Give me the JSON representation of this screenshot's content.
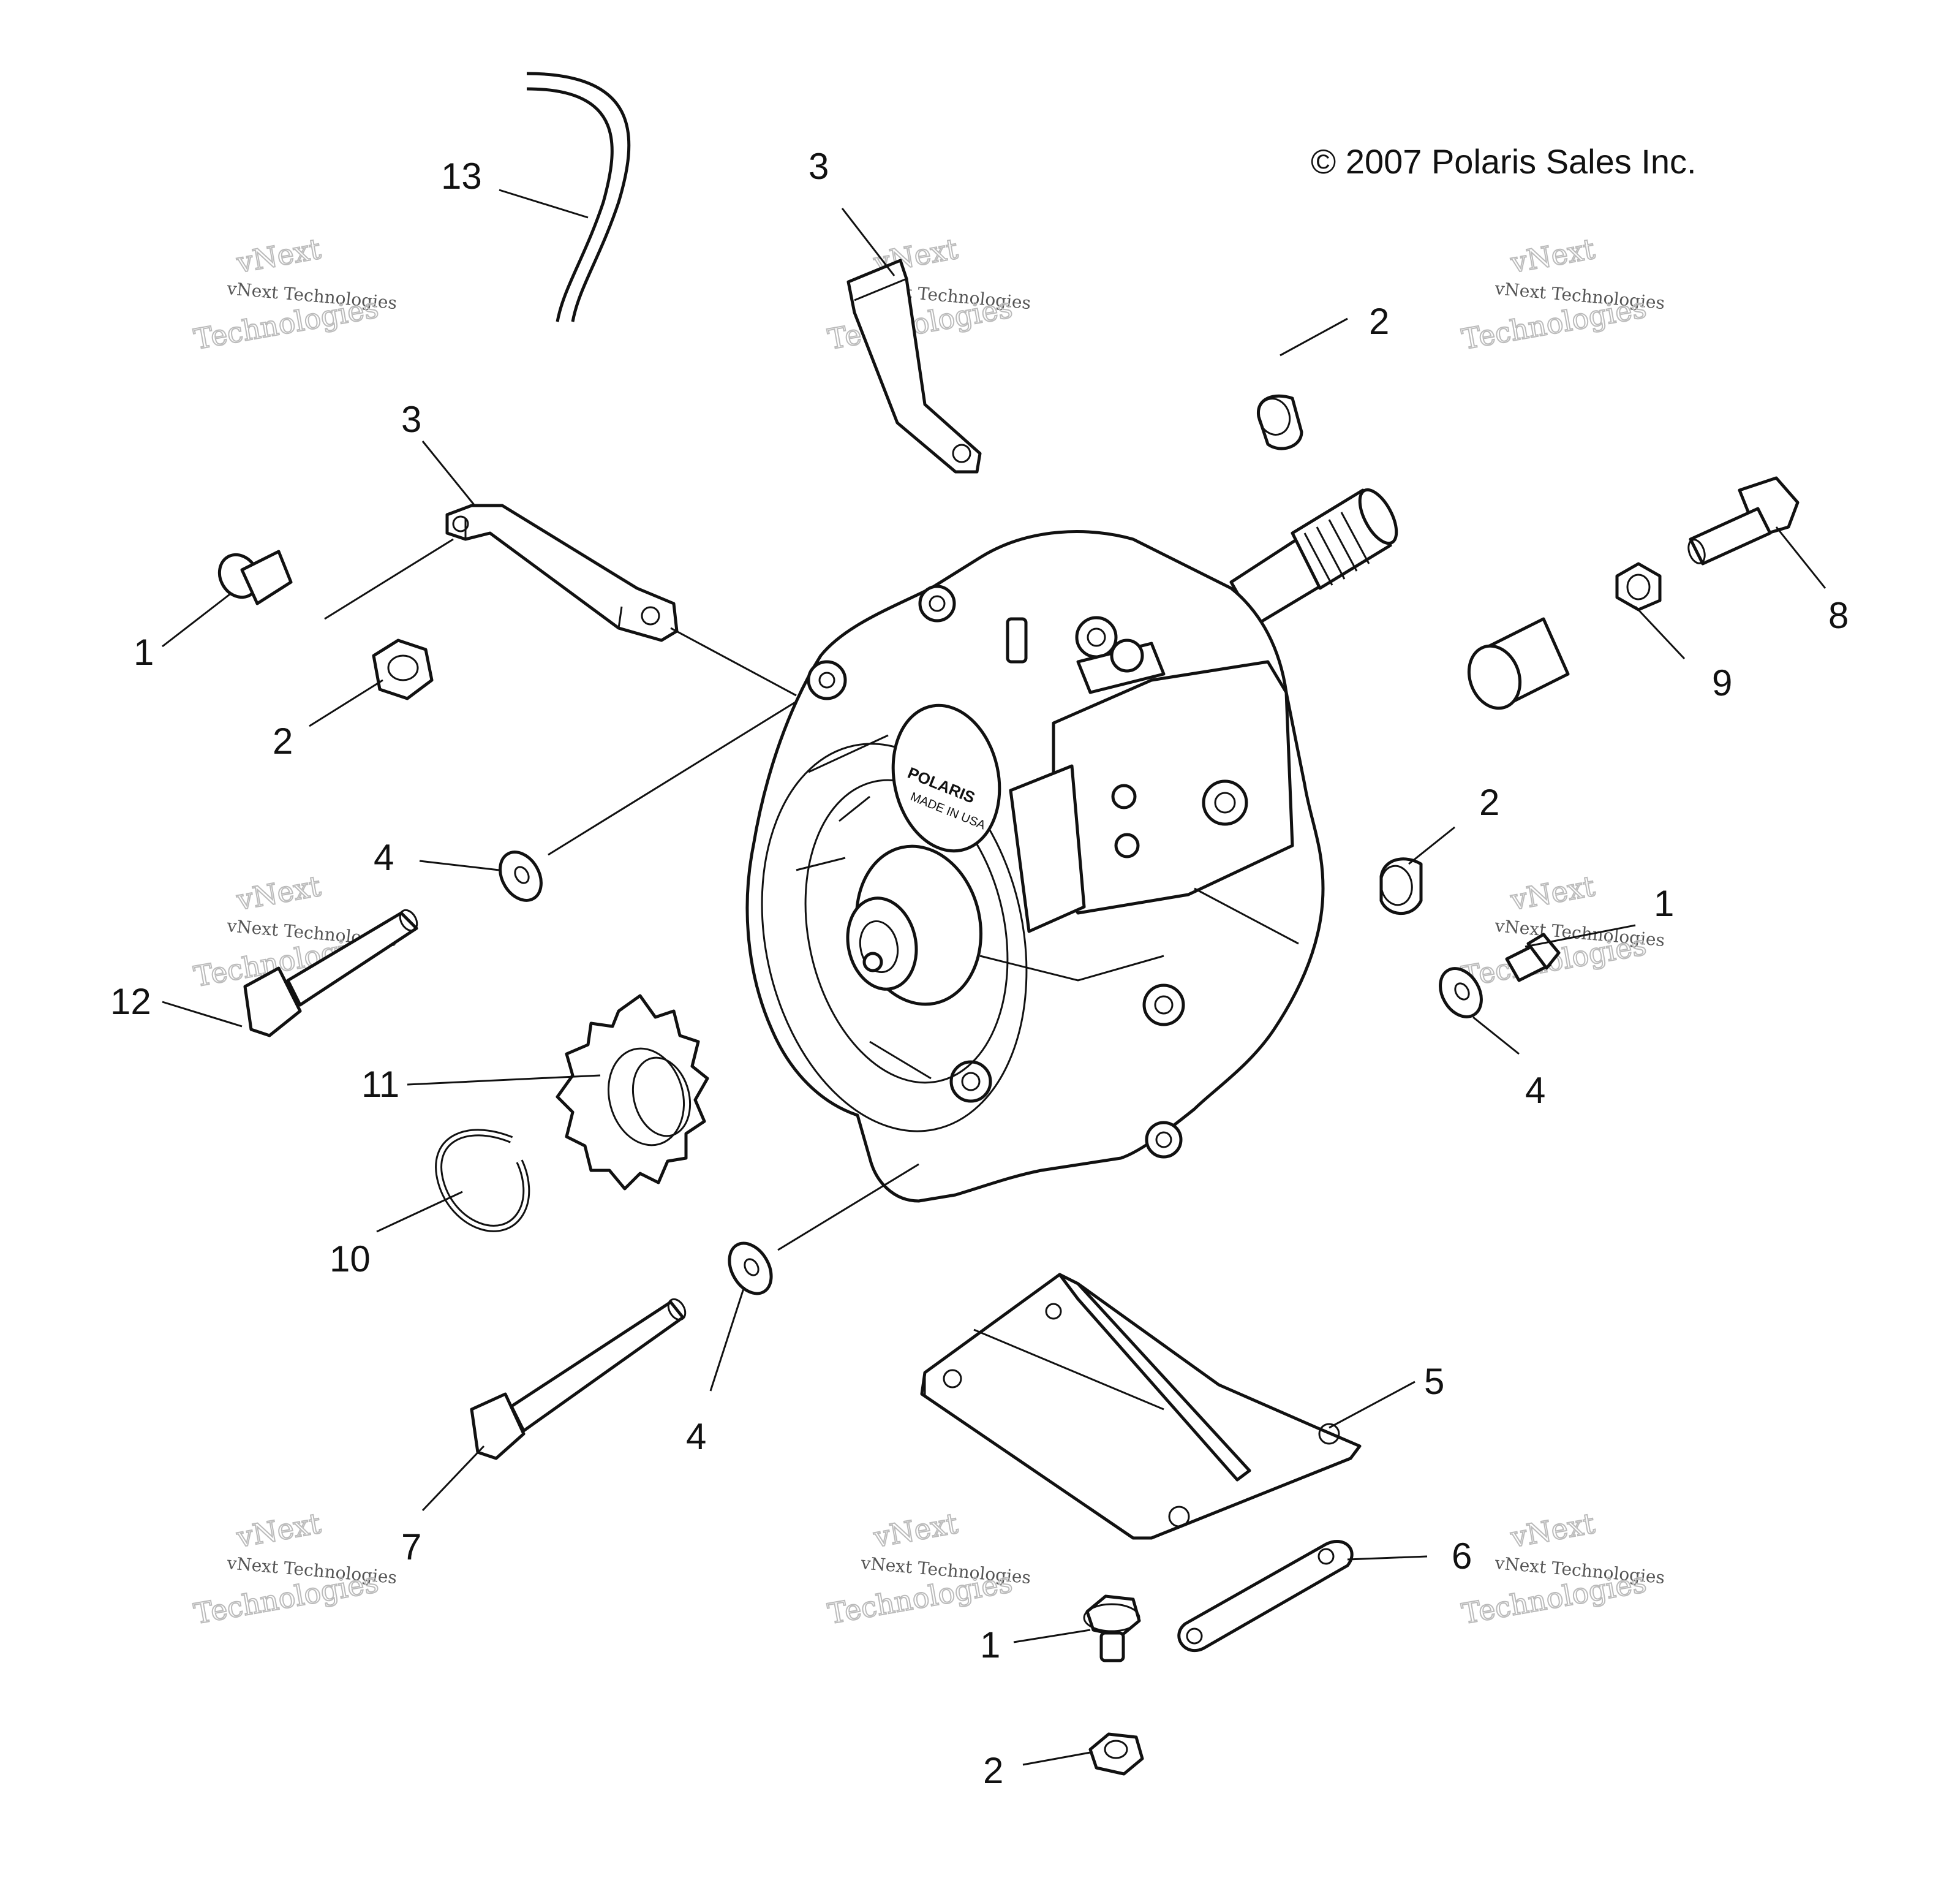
{
  "copyright": "© 2007 Polaris Sales Inc.",
  "watermark": {
    "line1": "vNext",
    "line2": "vNext Technologies",
    "line3": "Technologies"
  },
  "callouts": {
    "c13": "13",
    "c3a": "3",
    "c3b": "3",
    "c1a": "1",
    "c2a": "2",
    "c2b": "2",
    "c2c": "2",
    "c2d": "2",
    "c4a": "4",
    "c4b": "4",
    "c4c": "4",
    "c12": "12",
    "c11": "11",
    "c10": "10",
    "c7": "7",
    "c8": "8",
    "c9": "9",
    "c1b": "1",
    "c1c": "1",
    "c5": "5",
    "c6": "6"
  },
  "housing_text": {
    "brand": "POLARIS",
    "origin": "MADE IN USA"
  }
}
